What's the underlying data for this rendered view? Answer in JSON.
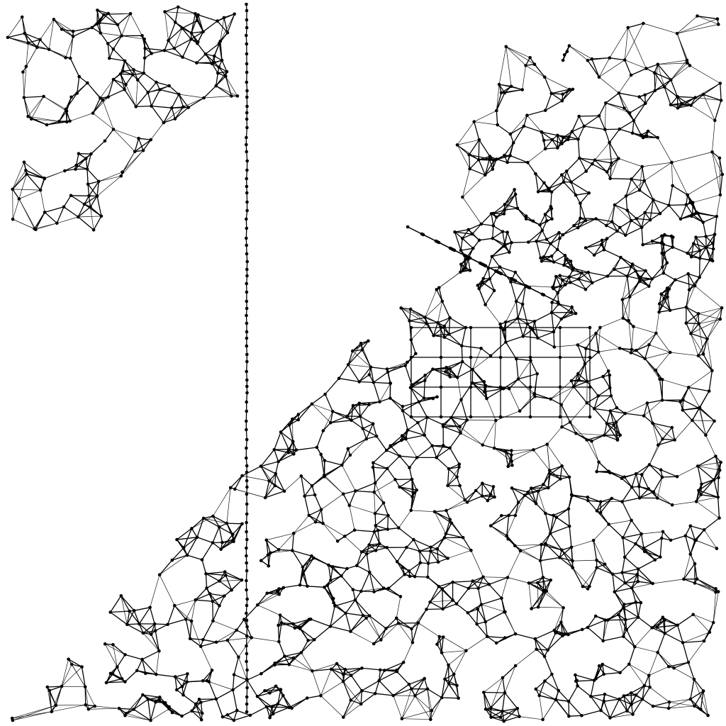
{
  "diagram": {
    "type": "mesh-graph",
    "background_color": "#ffffff",
    "edge_color": "#111111",
    "node_color": "#000000",
    "regions": [
      "top-left-cluster",
      "vertical-chain",
      "regular-grid-block",
      "right-upper-network",
      "main-triangular-network"
    ]
  }
}
